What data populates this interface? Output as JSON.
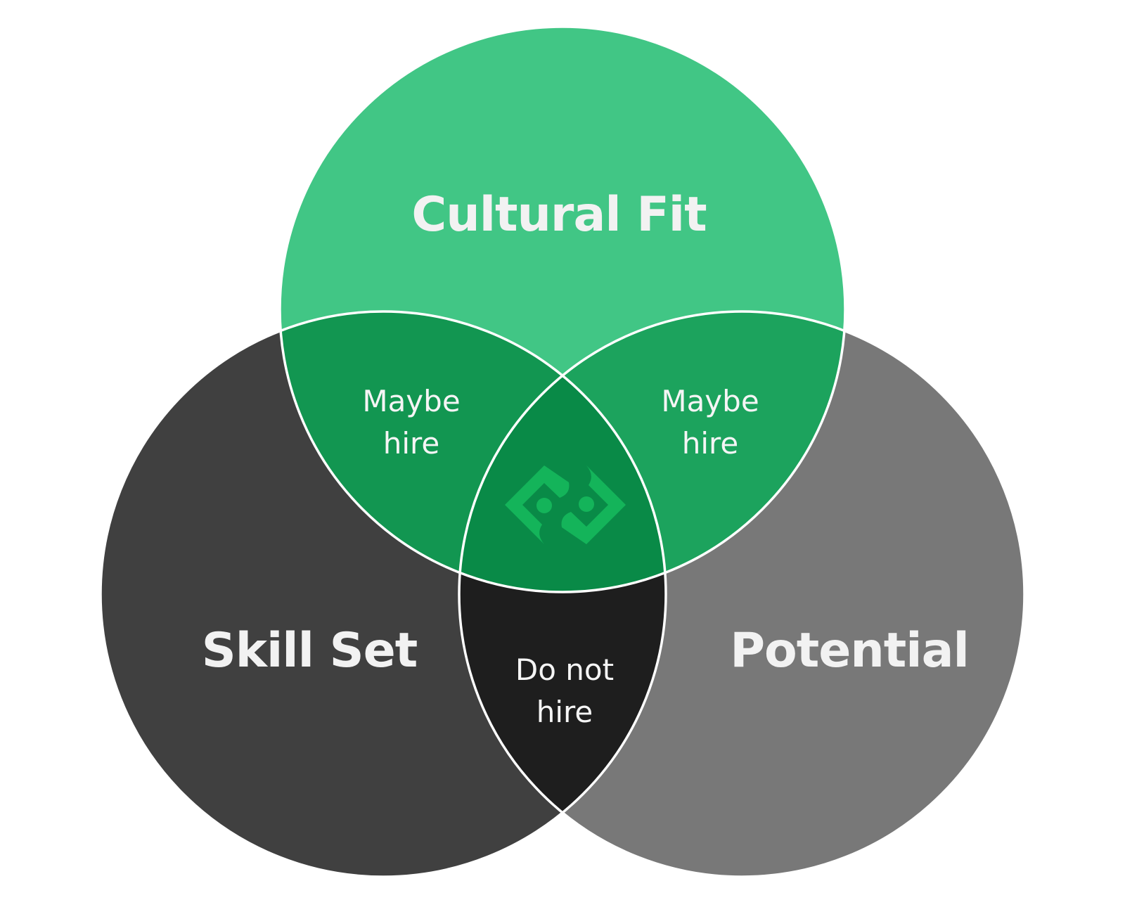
{
  "sets": {
    "top": {
      "label": "Cultural Fit",
      "color": "#41c685"
    },
    "left": {
      "label": "Skill Set",
      "color": "#404040"
    },
    "right": {
      "label": "Potential",
      "color": "#787878"
    }
  },
  "regions": {
    "top_left": {
      "line1": "Maybe",
      "line2": "hire",
      "color": "#129651"
    },
    "top_right": {
      "line1": "Maybe",
      "line2": "hire",
      "color": "#1ca35d"
    },
    "left_right": {
      "line1": "Do not",
      "line2": "hire",
      "color": "#1e1e1e"
    },
    "center": {
      "color": "#098a47",
      "icon": "brand-logo-icon",
      "icon_color": "#14b45a"
    }
  },
  "outline_color": "#ffffff"
}
